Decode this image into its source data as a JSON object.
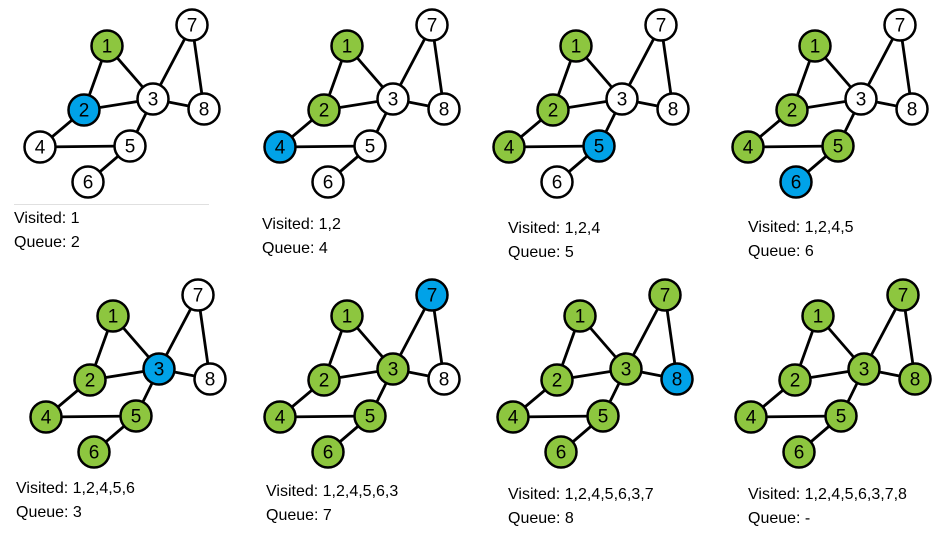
{
  "colors": {
    "visited": "#8dc63f",
    "current": "#00a2e8",
    "unvisited": "#ffffff",
    "stroke": "#000000"
  },
  "nodes": [
    "1",
    "2",
    "3",
    "4",
    "5",
    "6",
    "7",
    "8"
  ],
  "edges": [
    [
      "1",
      "2"
    ],
    [
      "1",
      "3"
    ],
    [
      "2",
      "3"
    ],
    [
      "2",
      "4"
    ],
    [
      "3",
      "5"
    ],
    [
      "3",
      "7"
    ],
    [
      "3",
      "8"
    ],
    [
      "7",
      "8"
    ],
    [
      "4",
      "5"
    ],
    [
      "5",
      "6"
    ]
  ],
  "steps": [
    {
      "visited_label": "Visited:",
      "visited": "1",
      "queue_label": "Queue:",
      "queue": "2",
      "states": {
        "1": "visited",
        "2": "current"
      }
    },
    {
      "visited_label": "Visited:",
      "visited": "1,2",
      "queue_label": "Queue:",
      "queue": "4",
      "states": {
        "1": "visited",
        "2": "visited",
        "4": "current"
      }
    },
    {
      "visited_label": "Visited:",
      "visited": "1,2,4",
      "queue_label": "Queue:",
      "queue": "5",
      "states": {
        "1": "visited",
        "2": "visited",
        "4": "visited",
        "5": "current"
      }
    },
    {
      "visited_label": "Visited:",
      "visited": "1,2,4,5",
      "queue_label": "Queue:",
      "queue": "6",
      "states": {
        "1": "visited",
        "2": "visited",
        "4": "visited",
        "5": "visited",
        "6": "current"
      }
    },
    {
      "visited_label": "Visited:",
      "visited": "1,2,4,5,6",
      "queue_label": "Queue:",
      "queue": "3",
      "states": {
        "1": "visited",
        "2": "visited",
        "4": "visited",
        "5": "visited",
        "6": "visited",
        "3": "current"
      }
    },
    {
      "visited_label": "Visited:",
      "visited": "1,2,4,5,6,3",
      "queue_label": "Queue:",
      "queue": "7",
      "states": {
        "1": "visited",
        "2": "visited",
        "4": "visited",
        "5": "visited",
        "6": "visited",
        "3": "visited",
        "7": "current"
      }
    },
    {
      "visited_label": "Visited:",
      "visited": "1,2,4,5,6,3,7",
      "queue_label": "Queue:",
      "queue": "8",
      "states": {
        "1": "visited",
        "2": "visited",
        "4": "visited",
        "5": "visited",
        "6": "visited",
        "3": "visited",
        "7": "visited",
        "8": "current"
      }
    },
    {
      "visited_label": "Visited:",
      "visited": "1,2,4,5,6,3,7,8",
      "queue_label": "Queue:",
      "queue": "-",
      "states": {
        "1": "visited",
        "2": "visited",
        "4": "visited",
        "5": "visited",
        "6": "visited",
        "3": "visited",
        "7": "visited",
        "8": "visited"
      }
    }
  ]
}
